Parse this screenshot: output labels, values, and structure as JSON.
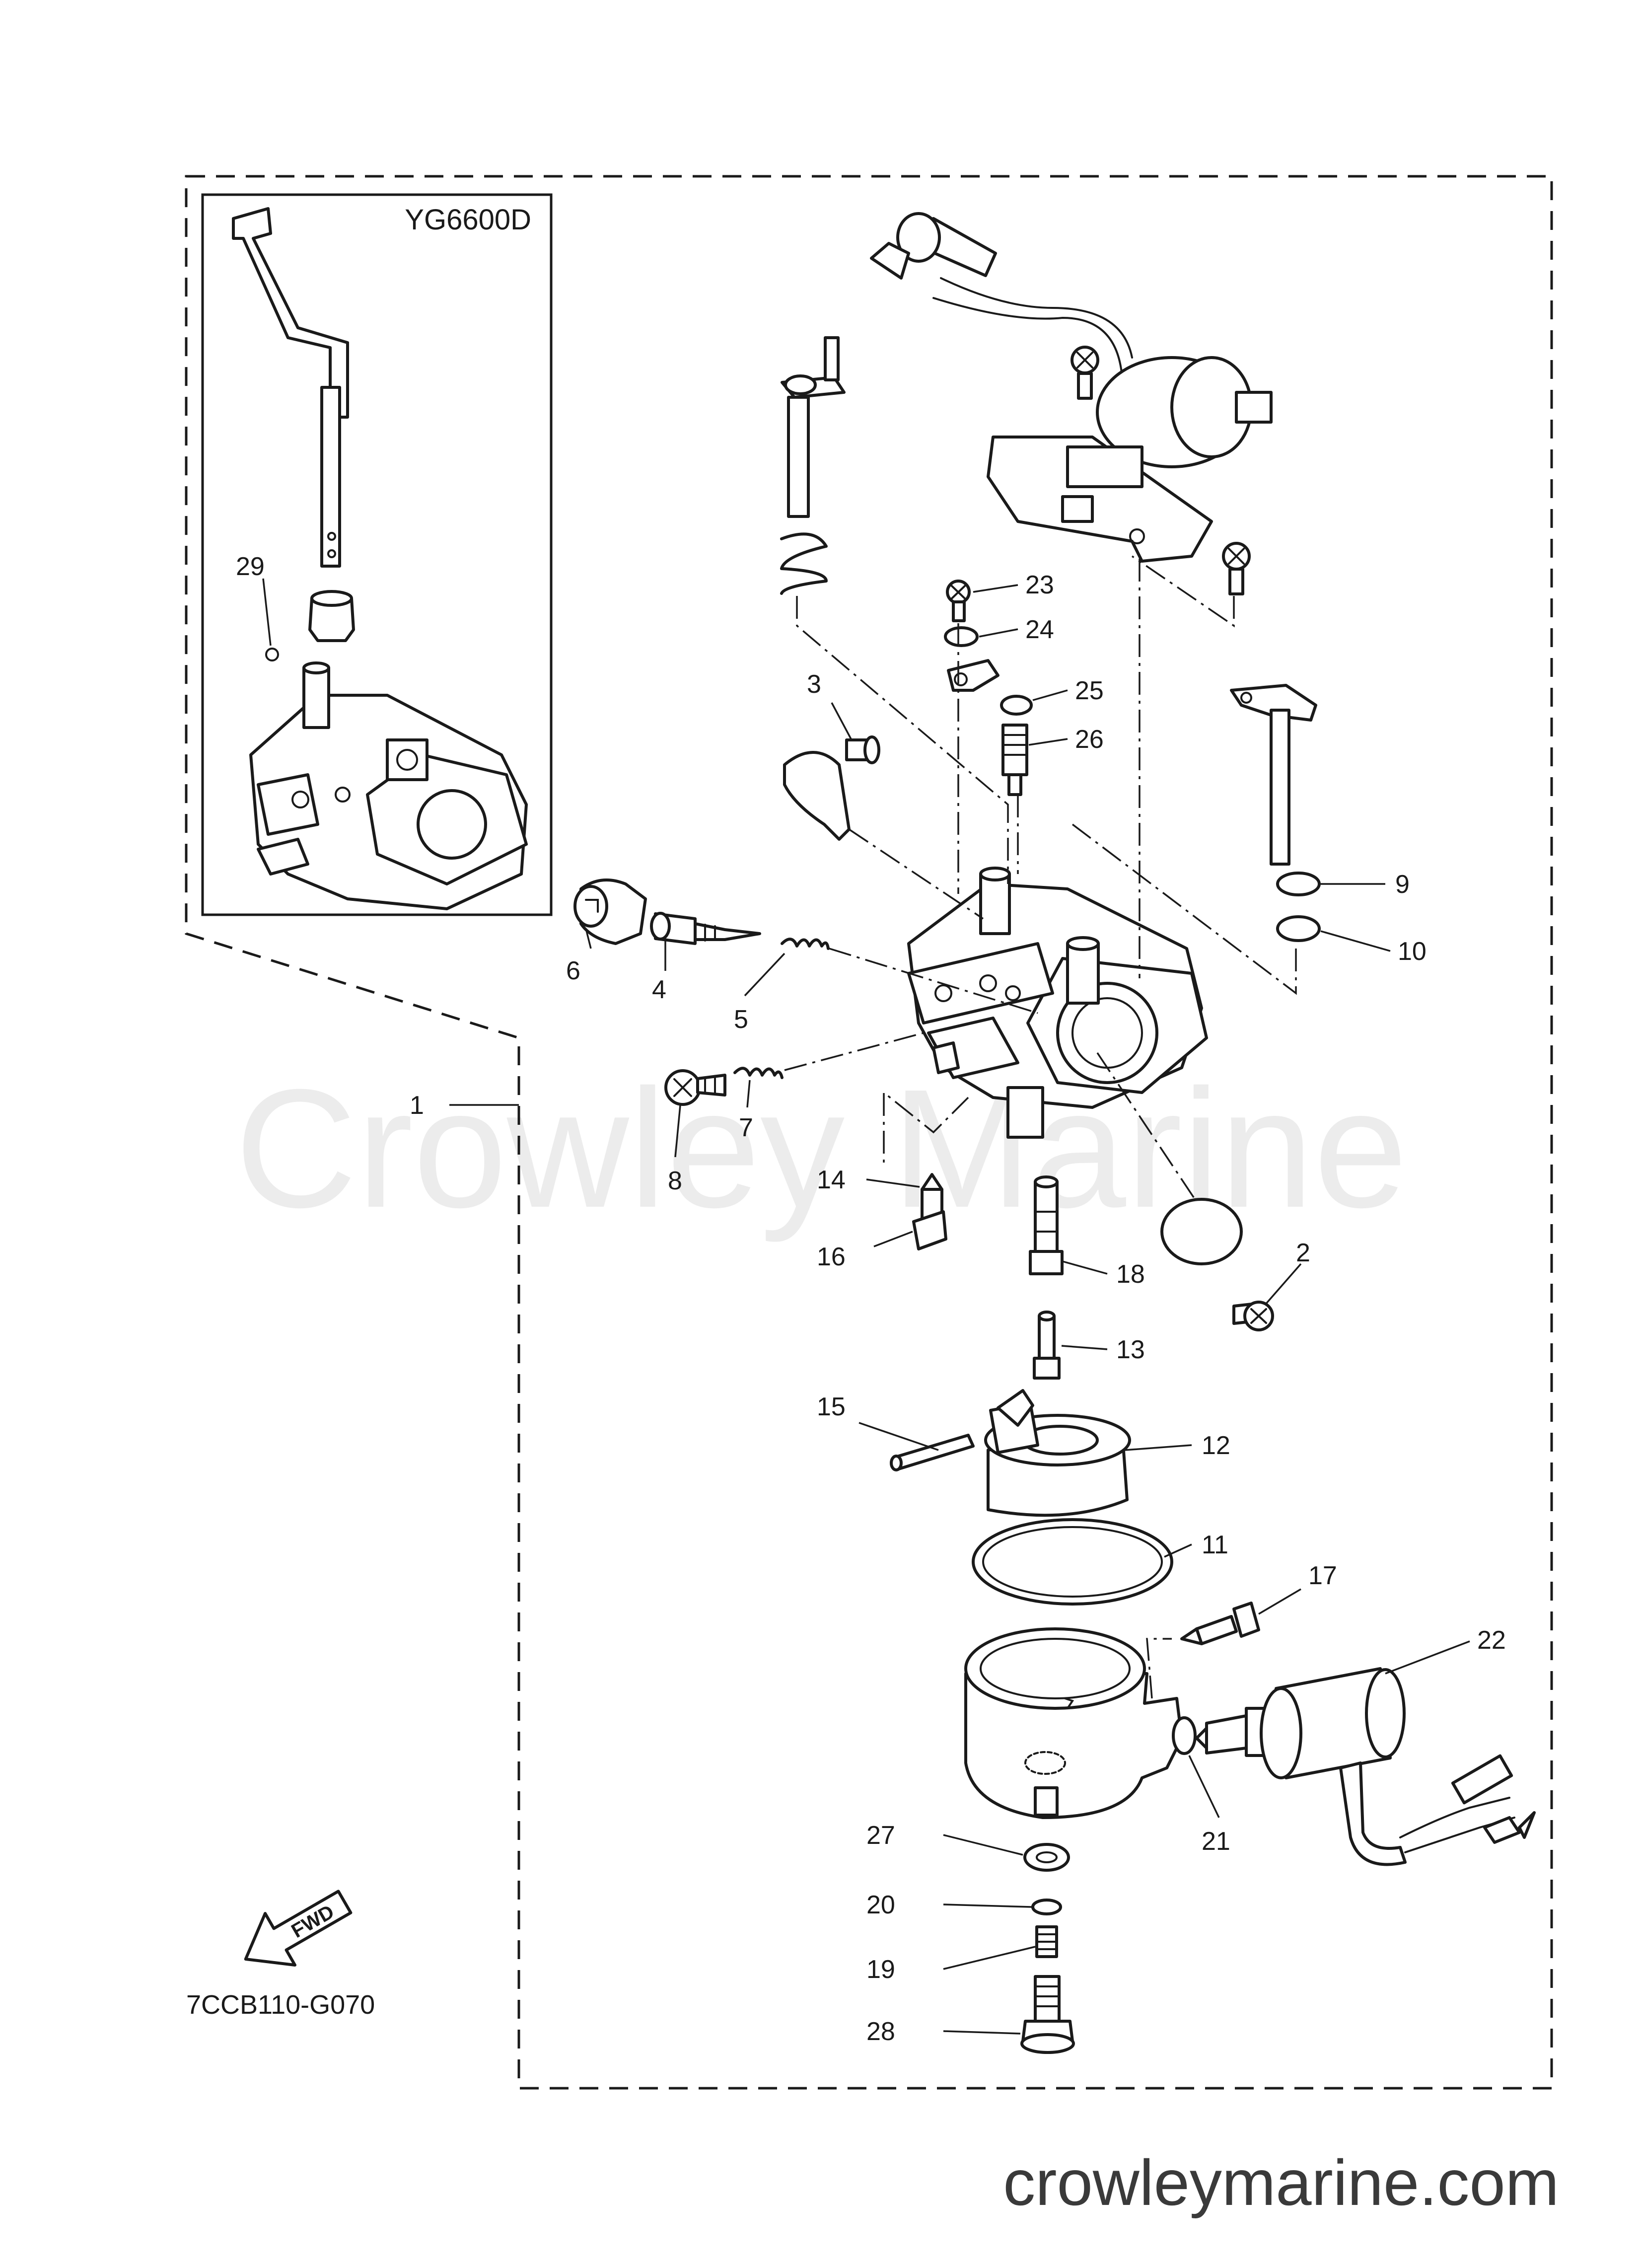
{
  "inset": {
    "model": "YG6600D"
  },
  "diagram_code": "7CCB110-G070",
  "fwd_arrow": {
    "label": "FWD"
  },
  "watermark": "Crowley Marine",
  "footer_url": "crowleymarine.com",
  "callouts": [
    "1",
    "2",
    "3",
    "4",
    "5",
    "6",
    "7",
    "8",
    "9",
    "10",
    "11",
    "12",
    "13",
    "14",
    "15",
    "16",
    "17",
    "18",
    "19",
    "20",
    "21",
    "22",
    "23",
    "24",
    "25",
    "26",
    "27",
    "28",
    "29"
  ]
}
